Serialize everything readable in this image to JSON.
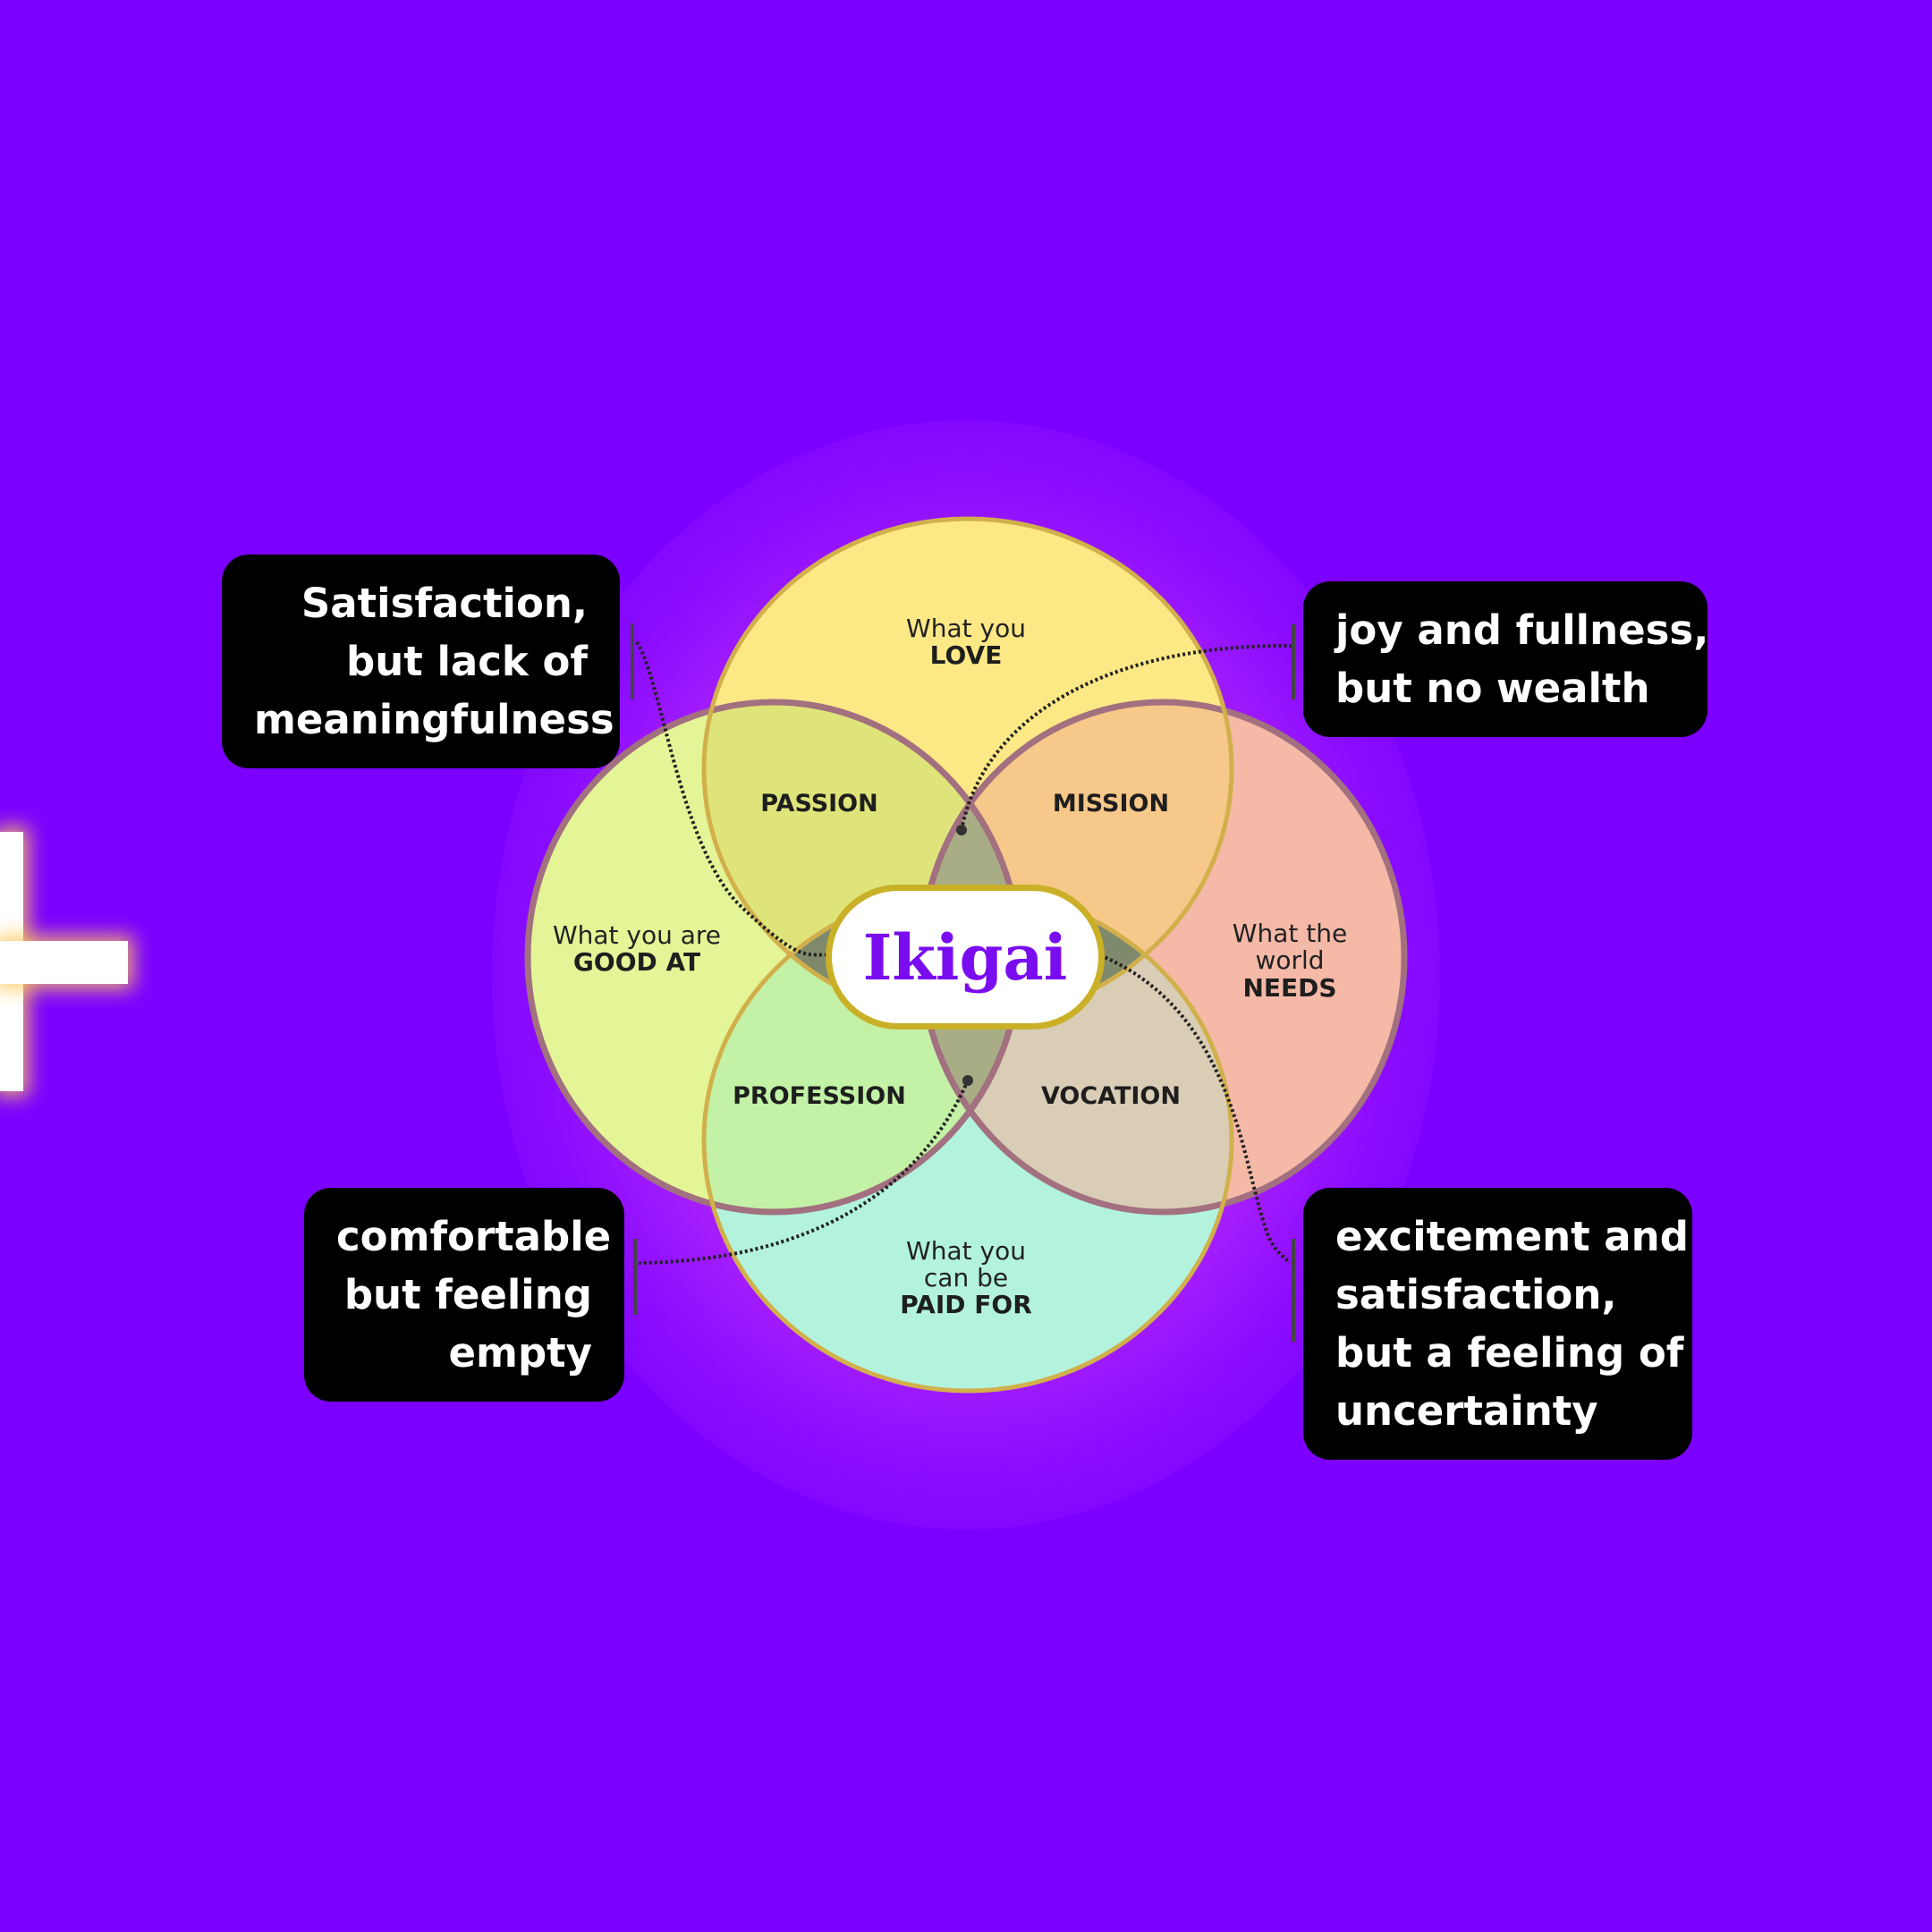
{
  "diagram": {
    "center_title": "Ikigai",
    "circles": {
      "love": {
        "line1": "What you",
        "line2": "LOVE"
      },
      "good_at": {
        "line1": "What you are",
        "line2": "GOOD AT"
      },
      "world_needs": {
        "line1": "What the",
        "line2": "world",
        "line3": "NEEDS"
      },
      "paid_for": {
        "line1": "What you",
        "line2": "can be",
        "line3": "PAID FOR"
      }
    },
    "overlaps": {
      "passion": "PASSION",
      "mission": "MISSION",
      "profession": "PROFESSION",
      "vocation": "VOCATION"
    },
    "colors": {
      "background": "#7c00ff",
      "love": "#fde886",
      "good_at": "#e4f597",
      "world_needs": "#f5b9a8",
      "paid_for": "#b3f3de",
      "circle_outline": "#a2707f",
      "center_title": "#7a0cf0"
    }
  },
  "callouts": {
    "passion_note": [
      "Satisfaction,",
      "but lack of",
      "meaningfulness"
    ],
    "mission_note": [
      "joy and fullness,",
      "but no wealth"
    ],
    "profession_note": [
      "comfortable",
      "but feeling",
      "empty"
    ],
    "vocation_note": [
      "excitement and",
      "satisfaction,",
      "but a feeling of",
      "uncertainty"
    ]
  }
}
